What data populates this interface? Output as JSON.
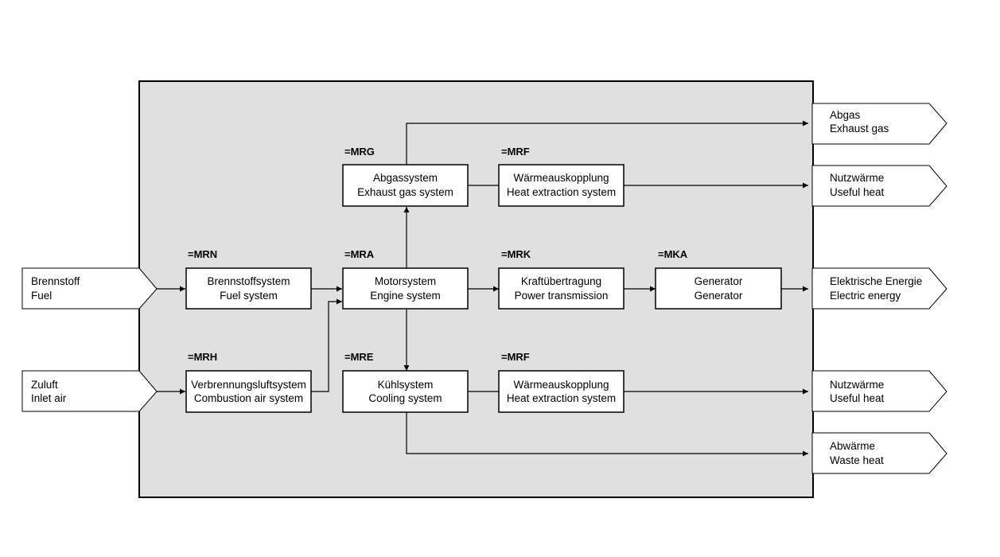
{
  "inputs": {
    "fuel": {
      "de": "Brennstoff",
      "en": "Fuel"
    },
    "inlet_air": {
      "de": "Zuluft",
      "en": "Inlet air"
    }
  },
  "outputs": {
    "exhaust_gas": {
      "de": "Abgas",
      "en": "Exhaust gas"
    },
    "useful_heat_top": {
      "de": "Nutzwärme",
      "en": "Useful heat"
    },
    "electric_energy": {
      "de": "Elektrische Energie",
      "en": "Electric energy"
    },
    "useful_heat_bottom": {
      "de": "Nutzwärme",
      "en": "Useful heat"
    },
    "waste_heat": {
      "de": "Abwärme",
      "en": "Waste heat"
    }
  },
  "systems": {
    "fuel_system": {
      "code": "=MRN",
      "de": "Brennstoffsystem",
      "en": "Fuel system"
    },
    "combustion_air": {
      "code": "=MRH",
      "de": "Verbrennungsluftsystem",
      "en": "Combustion air system"
    },
    "exhaust_gas_system": {
      "code": "=MRG",
      "de": "Abgassystem",
      "en": "Exhaust gas system"
    },
    "engine_system": {
      "code": "=MRA",
      "de": "Motorsystem",
      "en": "Engine system"
    },
    "cooling_system": {
      "code": "=MRE",
      "de": "Kühlsystem",
      "en": "Cooling system"
    },
    "heat_extraction_top": {
      "code": "=MRF",
      "de": "Wärmeauskopplung",
      "en": "Heat extraction system"
    },
    "power_transmission": {
      "code": "=MRK",
      "de": "Kraftübertragung",
      "en": "Power transmission"
    },
    "heat_extraction_bottom": {
      "code": "=MRF",
      "de": "Wärmeauskopplung",
      "en": "Heat extraction system"
    },
    "generator": {
      "code": "=MKA",
      "de": "Generator",
      "en": "Generator"
    }
  }
}
